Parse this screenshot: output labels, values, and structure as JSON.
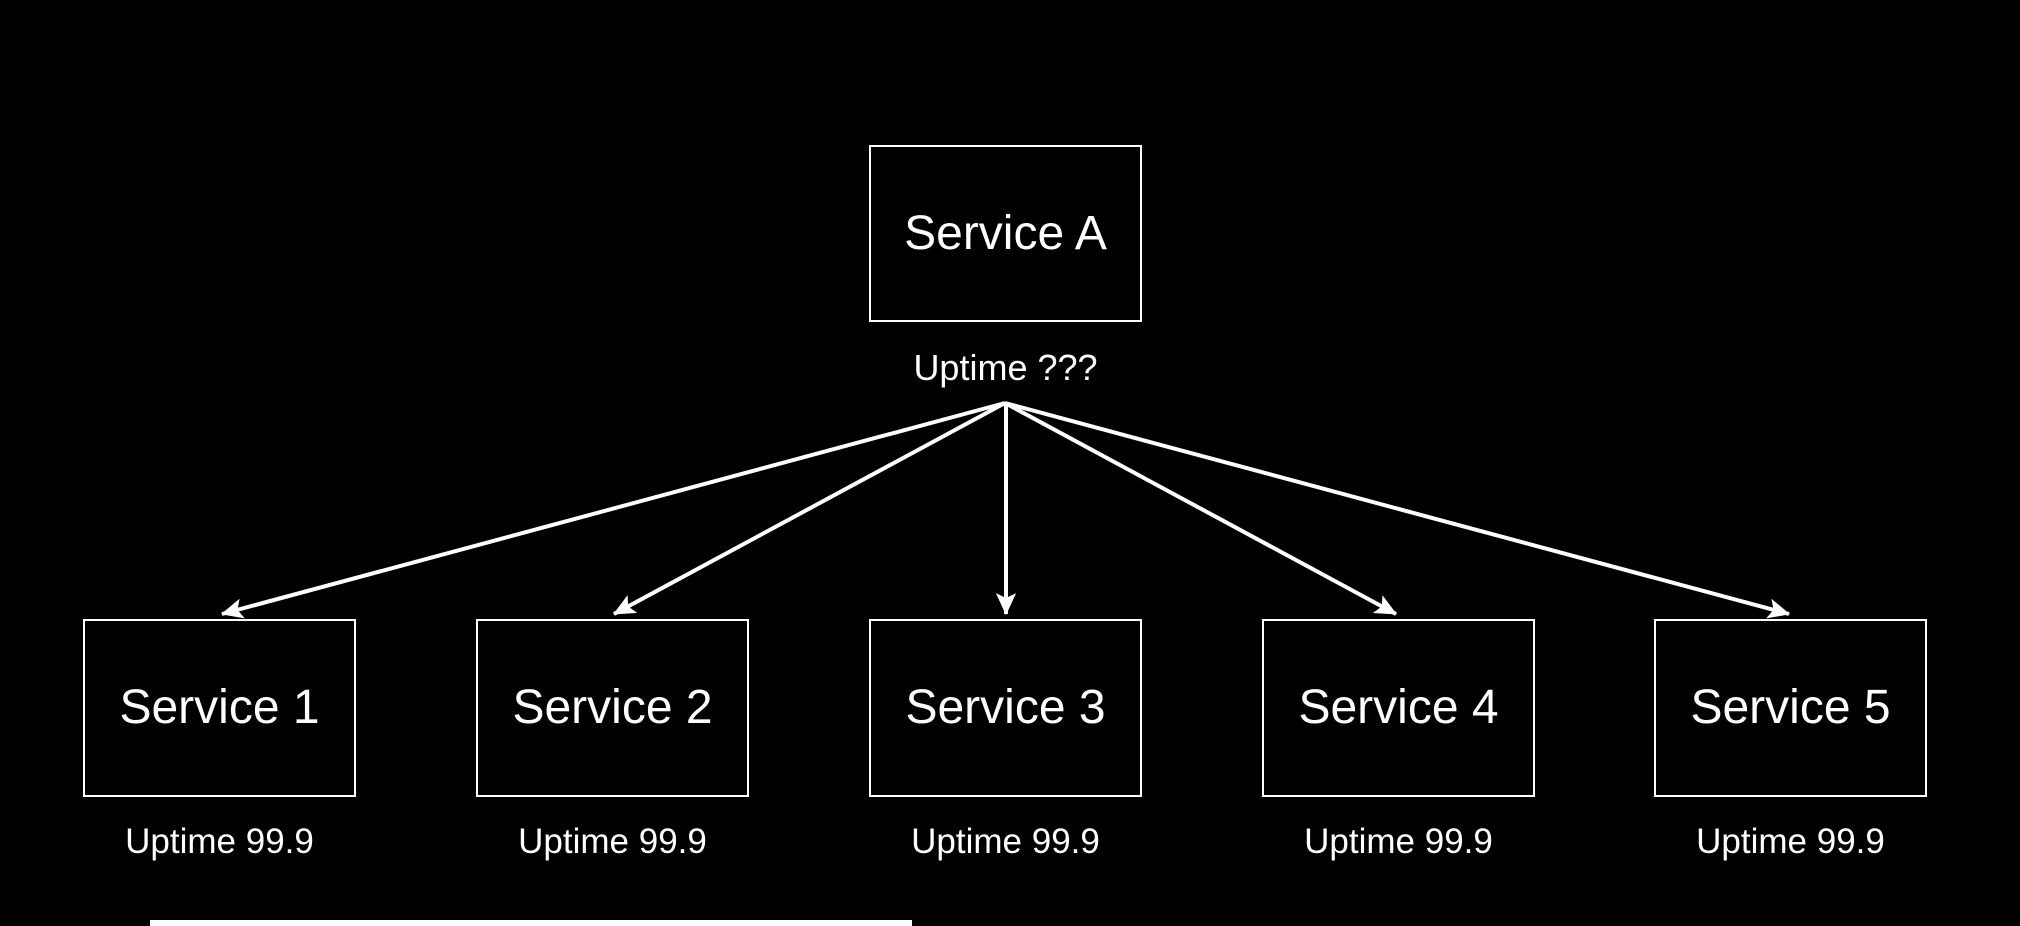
{
  "diagram": {
    "colors": {
      "background": "#000000",
      "stroke": "#ffffff",
      "text": "#ffffff"
    },
    "root": {
      "label": "Service A",
      "caption": "Uptime ???"
    },
    "children": [
      {
        "label": "Service 1",
        "caption": "Uptime 99.9"
      },
      {
        "label": "Service 2",
        "caption": "Uptime 99.9"
      },
      {
        "label": "Service 3",
        "caption": "Uptime 99.9"
      },
      {
        "label": "Service 4",
        "caption": "Uptime 99.9"
      },
      {
        "label": "Service 5",
        "caption": "Uptime 99.9"
      }
    ],
    "edges": [
      {
        "from": "Service A",
        "to": "Service 1"
      },
      {
        "from": "Service A",
        "to": "Service 2"
      },
      {
        "from": "Service A",
        "to": "Service 3"
      },
      {
        "from": "Service A",
        "to": "Service 4"
      },
      {
        "from": "Service A",
        "to": "Service 5"
      }
    ]
  }
}
